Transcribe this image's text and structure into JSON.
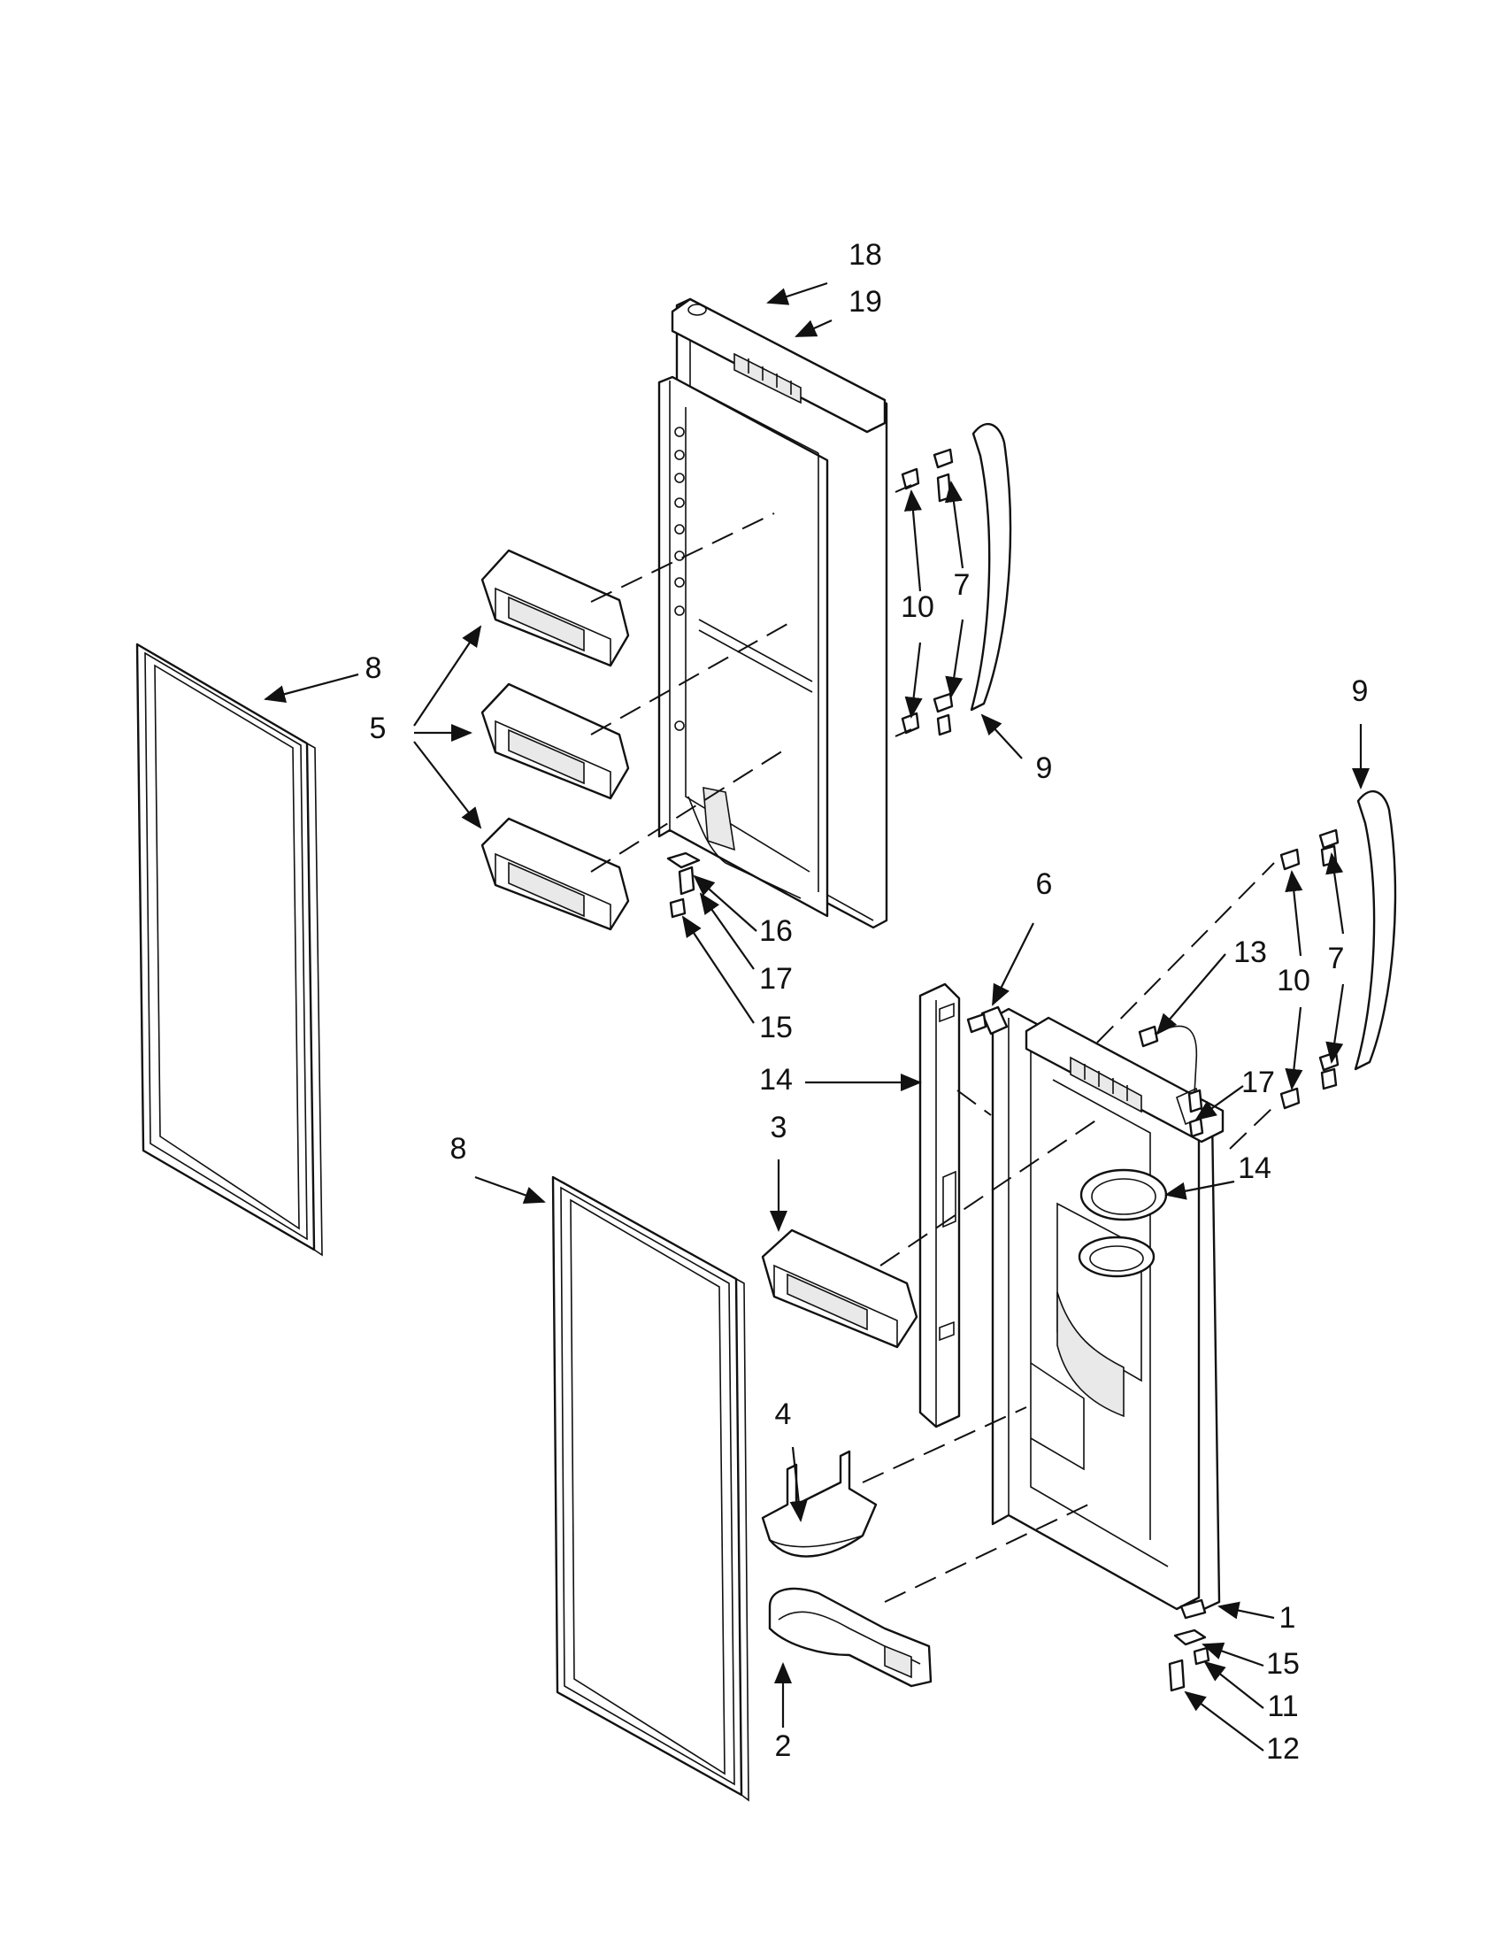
{
  "callouts": [
    {
      "id": "c1",
      "label": "1"
    },
    {
      "id": "c2",
      "label": "2"
    },
    {
      "id": "c3",
      "label": "3"
    },
    {
      "id": "c4",
      "label": "4"
    },
    {
      "id": "c5",
      "label": "5"
    },
    {
      "id": "c6",
      "label": "6"
    },
    {
      "id": "c7a",
      "label": "7"
    },
    {
      "id": "c7b",
      "label": "7"
    },
    {
      "id": "c8a",
      "label": "8"
    },
    {
      "id": "c8b",
      "label": "8"
    },
    {
      "id": "c9a",
      "label": "9"
    },
    {
      "id": "c9b",
      "label": "9"
    },
    {
      "id": "c10a",
      "label": "10"
    },
    {
      "id": "c10b",
      "label": "10"
    },
    {
      "id": "c11",
      "label": "11"
    },
    {
      "id": "c12",
      "label": "12"
    },
    {
      "id": "c13",
      "label": "13"
    },
    {
      "id": "c14a",
      "label": "14"
    },
    {
      "id": "c14b",
      "label": "14"
    },
    {
      "id": "c15a",
      "label": "15"
    },
    {
      "id": "c15b",
      "label": "15"
    },
    {
      "id": "c16",
      "label": "16"
    },
    {
      "id": "c17a",
      "label": "17"
    },
    {
      "id": "c17b",
      "label": "17"
    },
    {
      "id": "c18",
      "label": "18"
    },
    {
      "id": "c19",
      "label": "19"
    }
  ],
  "colors": {
    "line": "#111111",
    "background": "#ffffff"
  }
}
